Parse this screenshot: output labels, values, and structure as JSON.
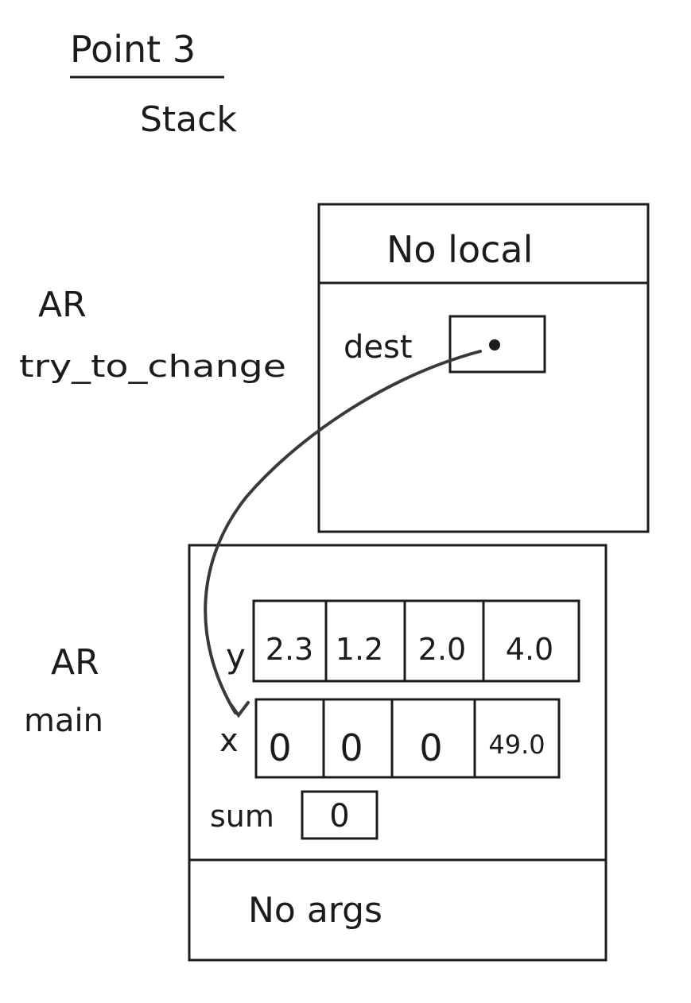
{
  "header": {
    "title": "Point 3",
    "subtitle": "Stack"
  },
  "frames": {
    "try_to_change": {
      "label_line1": "AR",
      "label_line2": "try_to_change",
      "locals_text": "No local",
      "param_name": "dest"
    },
    "main": {
      "label_line1": "AR",
      "label_line2": "main",
      "y": {
        "name": "y",
        "values": [
          "2.3",
          "1.2",
          "2.0",
          "4.0"
        ]
      },
      "x": {
        "name": "x",
        "values": [
          "0",
          "0",
          "0",
          "49.0"
        ]
      },
      "sum": {
        "name": "sum",
        "value": "0"
      },
      "args_text": "No args"
    }
  },
  "pointer": {
    "from": "dest",
    "to": "x"
  }
}
